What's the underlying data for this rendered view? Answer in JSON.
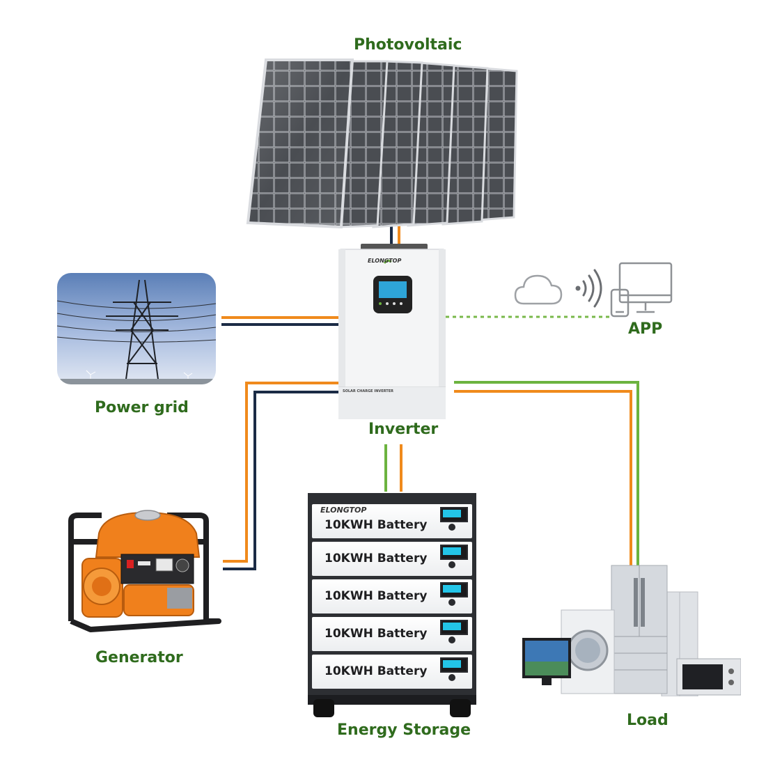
{
  "labels": {
    "photovoltaic": "Photovoltaic",
    "power_grid": "Power grid",
    "inverter": "Inverter",
    "app": "APP",
    "generator": "Generator",
    "energy_storage": "Energy Storage",
    "load": "Load"
  },
  "inverter": {
    "brand": "ELONGTOP",
    "model_text": "SOLAR CHARGE INVERTER"
  },
  "battery": {
    "brand": "ELONGTOP",
    "modules": [
      {
        "label": "10KWH Battery"
      },
      {
        "label": "10KWH Battery"
      },
      {
        "label": "10KWH Battery"
      },
      {
        "label": "10KWH Battery"
      },
      {
        "label": "10KWH Battery"
      }
    ]
  },
  "colors": {
    "label_green": "#2f6b1d",
    "wire_orange": "#f08a1c",
    "wire_navy": "#1b2b45",
    "wire_green": "#6cb33f",
    "dotted_green": "#79b84a"
  },
  "icons": [
    "cloud-icon",
    "wifi-signal-icon",
    "phone-icon",
    "monitor-icon"
  ]
}
